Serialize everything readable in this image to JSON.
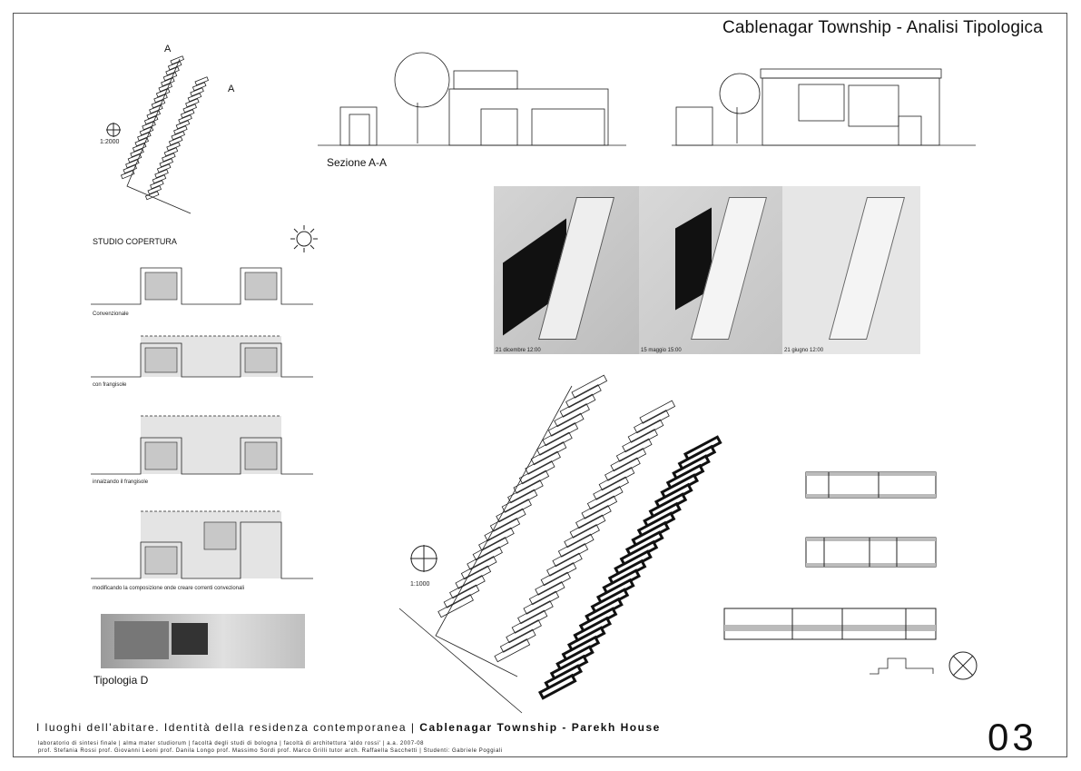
{
  "header": {
    "title": "Cablenagar Township - Analisi Tipologica"
  },
  "site_plan": {
    "scale": "1:2000",
    "section_mark_top": "A",
    "section_mark_bottom": "A"
  },
  "section": {
    "label": "Sezione A-A"
  },
  "renders": {
    "captions": [
      "21 dicembre 12:00",
      "15 maggio 15:00",
      "21 giugno 12:00"
    ]
  },
  "roof_study": {
    "heading": "STUDIO COPERTURA",
    "cases": [
      "Convenzionale",
      "con frangisole",
      "innalzando il frangisole",
      "modificando la composizione onde creare correnti convezionali"
    ]
  },
  "typology": {
    "label": "Tipologia D"
  },
  "plan": {
    "scale": "1:1000"
  },
  "footer": {
    "line1_regular": "I luoghi dell'abitare. Identità della residenza contemporanea | ",
    "line1_bold": "Cablenagar Township - Parekh House",
    "line2": "laboratorio di sintesi finale | alma mater studiorum | facoltà degli studi di bologna | facoltà di architettura 'aldo rossi' | a.a. 2007-08",
    "line3": "prof. Stefania Rossi   prof. Giovanni Leoni   prof. Danila Longo   prof. Massimo Sordi   prof. Marco Grilli   tutor arch. Raffaella Sacchetti  |  Studenti:  Gabriele Poggiali",
    "page_number": "03"
  }
}
